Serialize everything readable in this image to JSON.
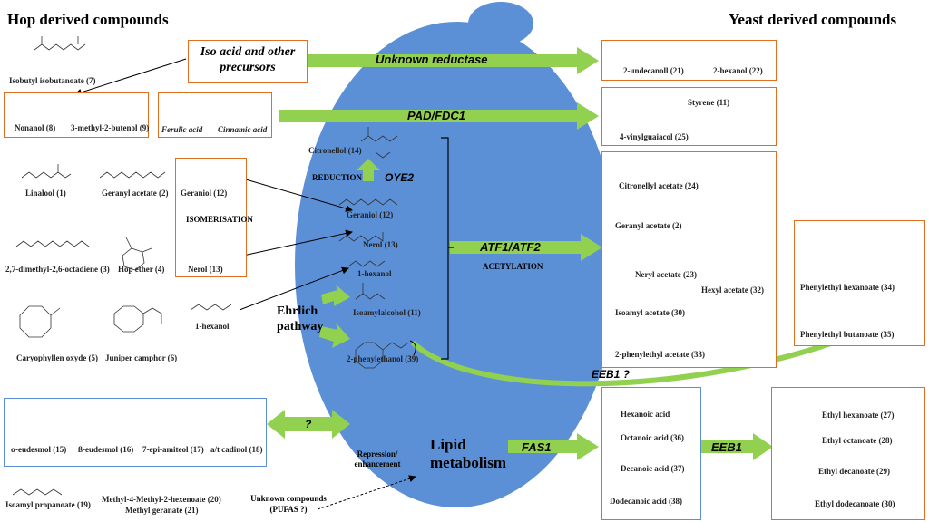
{
  "headings": {
    "hop": "Hop derived compounds",
    "yeast": "Yeast derived compounds"
  },
  "precursor_box": "Iso acid and other precursors",
  "acid_labels": {
    "ferulic": "Ferulic acid",
    "cinnamic": "Cinnamic acid"
  },
  "enzymes": {
    "reductase": "Unknown reductase",
    "pad": "PAD/FDC1",
    "oye2": "OYE2",
    "atf": "ATF1/ATF2",
    "eeb1_q": "EEB1 ?",
    "q": "?",
    "fas1": "FAS1",
    "eeb1": "EEB1"
  },
  "processes": {
    "reduction": "REDUCTION",
    "isomerisation": "ISOMERISATION",
    "acetylation": "ACETYLATION",
    "ehrlich": "Ehrlich pathway",
    "repression": "Repression/ enhancement",
    "lipid": "Lipid metabolism"
  },
  "compounds": {
    "isobutyl_isobutanoate": "Isobutyl isobutanoate (7)",
    "nonanol": "Nonanol (8)",
    "methylbutenol": "3-methyl-2-butenol (9)",
    "linalool": "Linalool (1)",
    "geranyl_acetate_hop": "Geranyl acetate (2)",
    "geraniol_hop": "Geraniol (12)",
    "octadiene": "2,7-dimethyl-2,6-octadiene (3)",
    "hop_ether": "Hop ether (4)",
    "nerol_hop": "Nerol (13)",
    "caryophyllene": "Caryophyllen oxyde (5)",
    "juniper": "Juniper camphor (6)",
    "hexanol_hop": "1-hexanol",
    "a_eudesmol": "α-eudesmol (15)",
    "b_eudesmol": "ß-eudesmol (16)",
    "epi_amiteol": "7-epi-amiteol (17)",
    "cadinol": "a/t cadinol (18)",
    "isoamyl_propanoate": "Isoamyl propanoate (19)",
    "methyl_hexenoate": "Methyl-4-Methyl-2-hexenoate (20)",
    "methyl_geranate": "Methyl geranate (21)",
    "unknown": "Unknown compounds (PUFAS ?)",
    "citronellol": "Citronellol (14)",
    "geraniol_cell": "Geraniol (12)",
    "nerol_cell": "Nerol (13)",
    "hexanol_cell": "1-hexanol",
    "isoamylalcohol": "Isoamylalcohol (11)",
    "phenylethanol": "2-phenylethanol (39)",
    "undecanol": "2-undecanoll (21)",
    "hexanol2": "2-hexanol (22)",
    "vinylguaiacol": "4-vinylguaiacol (25)",
    "styrene": "Styrene (11)",
    "citronellyl_acetate": "Citronellyl acetate (24)",
    "geranyl_acetate_y": "Geranyl acetate (2)",
    "neryl_acetate": "Neryl acetate (23)",
    "hexyl_acetate": "Hexyl acetate (32)",
    "isoamyl_acetate": "Isoamyl acetate (30)",
    "phenylethyl_acetate": "2-phenylethyl acetate (33)",
    "phenylethyl_hexanoate": "Phenylethyl hexanoate (34)",
    "phenylethyl_butanoate": "Phenylethyl butanoate (35)",
    "hexanoic": "Hexanoic acid",
    "octanoic": "Octanoic acid (36)",
    "decanoic": "Decanoic acid (37)",
    "dodecanoic": "Dodecanoic acid (38)",
    "ethyl_hexanoate": "Ethyl hexanoate (27)",
    "ethyl_octanoate": "Ethyl octanoate (28)",
    "ethyl_decanoate": "Ethyl decanoate (29)",
    "ethyl_dodecanoate": "Ethyl dodecanoate (30)"
  },
  "colors": {
    "cell": "#5b8fd6",
    "arrow": "#92d050",
    "box_orange": "#e07020",
    "box_blue": "#5b8fd6"
  }
}
